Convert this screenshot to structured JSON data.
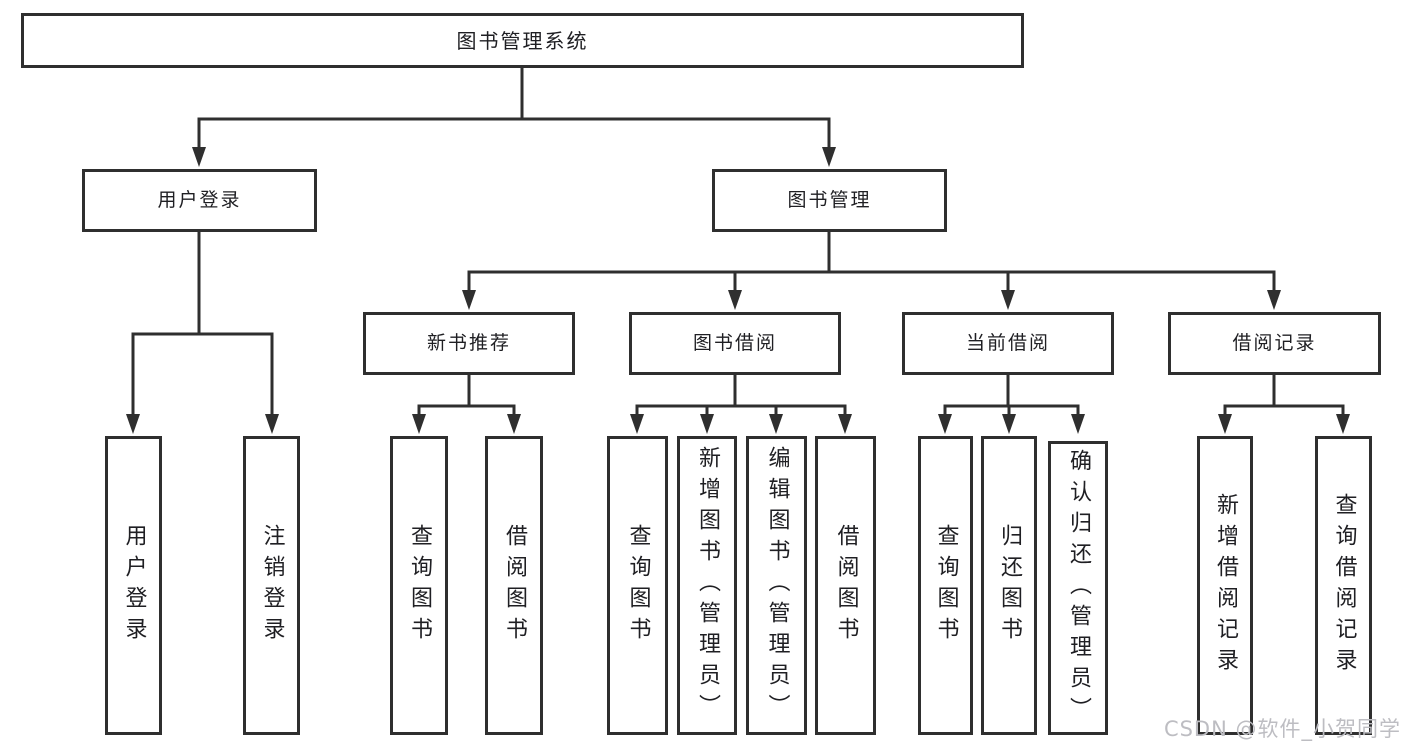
{
  "diagram": {
    "root": {
      "label": "图书管理系统"
    },
    "branches": [
      {
        "label": "用户登录",
        "children": [
          {
            "label": "用户登录"
          },
          {
            "label": "注销登录"
          }
        ]
      },
      {
        "label": "图书管理",
        "children": [
          {
            "label": "新书推荐",
            "children": [
              {
                "label": "查询图书"
              },
              {
                "label": "借阅图书"
              }
            ]
          },
          {
            "label": "图书借阅",
            "children": [
              {
                "label": "查询图书"
              },
              {
                "label": "新增图书（管理员）"
              },
              {
                "label": "编辑图书（管理员）"
              },
              {
                "label": "借阅图书"
              }
            ]
          },
          {
            "label": "当前借阅",
            "children": [
              {
                "label": "查询图书"
              },
              {
                "label": "归还图书"
              },
              {
                "label": "确认归还（管理员）"
              }
            ]
          },
          {
            "label": "借阅记录",
            "children": [
              {
                "label": "新增借阅记录"
              },
              {
                "label": "查询借阅记录"
              }
            ]
          }
        ]
      }
    ]
  },
  "watermark": {
    "text": "CSDN @软件_小贺同学"
  },
  "colors": {
    "line": "#2f2f2f",
    "text": "#1f1f23",
    "background": "#ffffff",
    "watermark": "#bdbdc2"
  }
}
